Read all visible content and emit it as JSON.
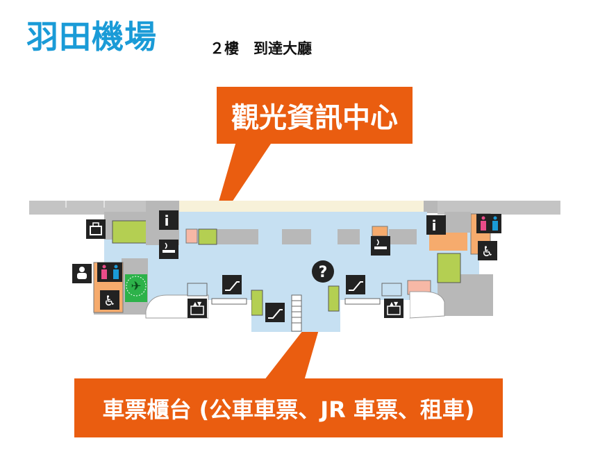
{
  "header": {
    "title": "羽田機場",
    "subtitle": "２樓　到達大廳"
  },
  "callouts": {
    "tourist_info": "觀光資訊中心",
    "ticket_counter": "車票櫃台 (公車車票、JR 車票、租車)"
  },
  "icons": {
    "question": "?",
    "information": "i"
  },
  "colors": {
    "accent_blue": "#1a9bd7",
    "callout_orange": "#ea5d10",
    "floor_blue": "#c6e0f2",
    "wall_gray": "#b8b8b8",
    "highlight_green": "#b4cf52",
    "toilet_orange": "#f6ab6d",
    "pink": "#f7b8a6",
    "cream": "#f7f1d9",
    "dark_icon": "#222222"
  }
}
